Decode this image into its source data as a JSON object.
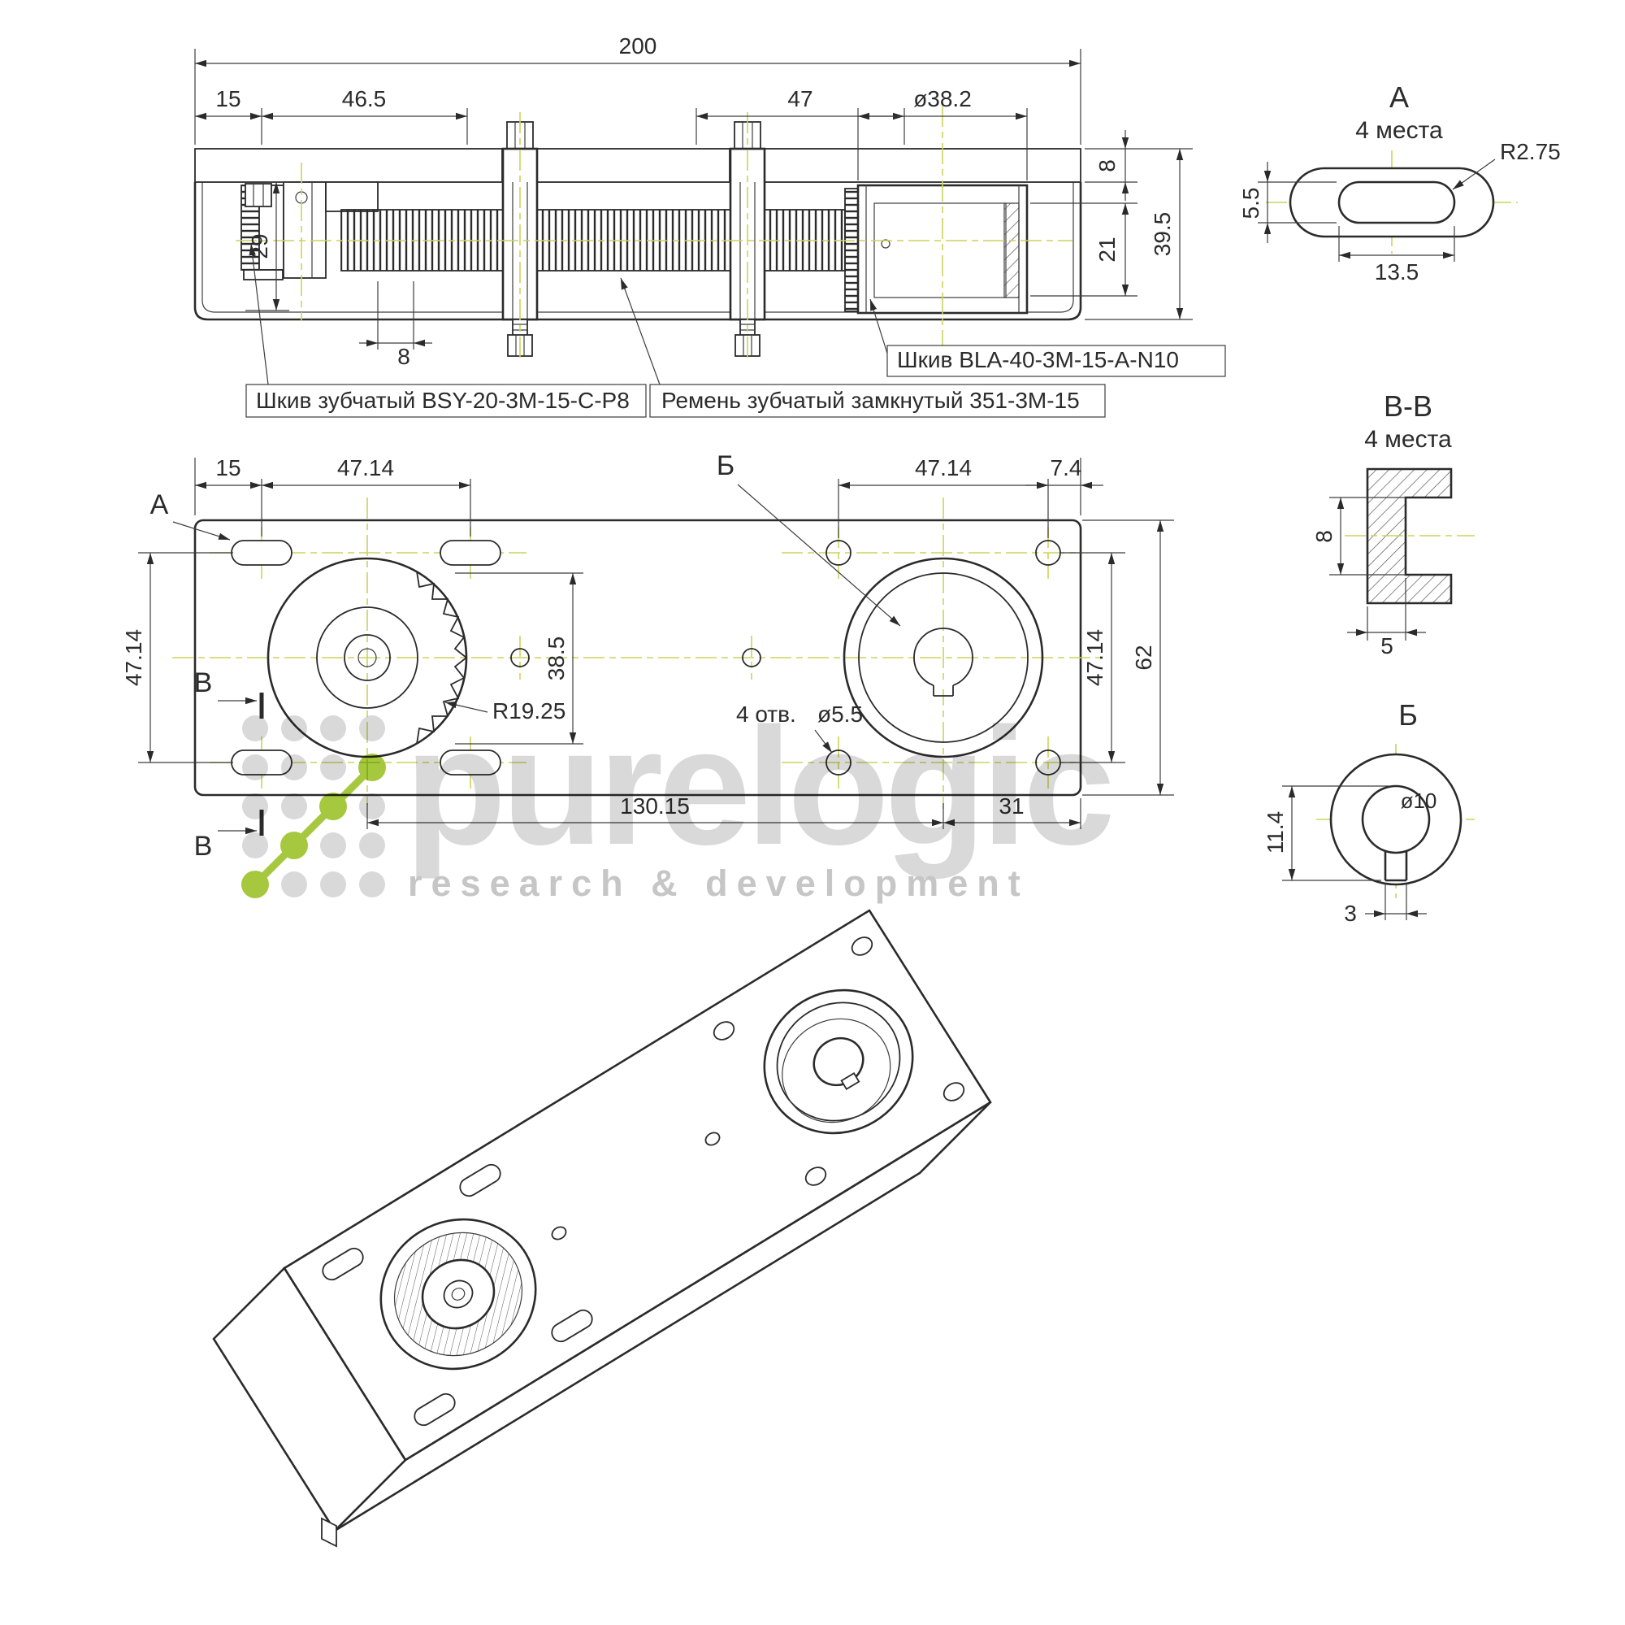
{
  "colors": {
    "line": "#2b2b2b",
    "centerline": "#ccd45c",
    "watermark_gray": "#d9d9d9",
    "watermark_text": "#c6c6c6",
    "accent_green": "#a6c83f"
  },
  "section_view": {
    "dim_total_width": "200",
    "dim_left_offset": "15",
    "dim_left_pulley": "46.5",
    "dim_right_pulley_offset": "47",
    "dim_pulley_dia": "ø38.2",
    "dim_plate_thickness": "8",
    "dim_belt_height": "21",
    "dim_total_height": "39.5",
    "dim_pulley_height": "29",
    "dim_pulley_width": "8",
    "label_pulley_left": "Шкив зубчатый BSY-20-3M-15-C-P8",
    "label_belt": "Ремень зубчатый замкнутый 351-3M-15",
    "label_pulley_right": "Шкив BLA-40-3M-15-A-N10"
  },
  "detail_a": {
    "title": "А",
    "subtitle": "4 места",
    "dim_radius": "R2.75",
    "dim_width": "5.5",
    "dim_length": "13.5"
  },
  "section_bb": {
    "title": "В-В",
    "subtitle": "4 места",
    "dim_depth": "8",
    "dim_step": "5"
  },
  "detail_b": {
    "title": "Б",
    "dim_bore": "ø10",
    "dim_height": "11.4",
    "dim_slot": "3"
  },
  "plan_view": {
    "label_view_a": "А",
    "label_view_b": "Б",
    "label_section_v_top": "В",
    "label_section_v_bottom": "В",
    "dim_edge_offset": "15",
    "dim_slot_spacing_top": "47.14",
    "dim_hole_spacing_top": "47.14",
    "dim_right_offset": "7.4",
    "dim_slot_spacing_left": "47.14",
    "dim_hole_spacing_right": "47.14",
    "dim_height": "62",
    "dim_belt_width": "38.5",
    "dim_pitch_radius": "R19.25",
    "label_holes_count": "4 отв.",
    "dim_holes_dia": "ø5.5",
    "dim_center_distance": "130.15",
    "dim_right_pulley_offset": "31"
  },
  "watermark": {
    "brand": "purelogic",
    "tagline": "research & development"
  }
}
